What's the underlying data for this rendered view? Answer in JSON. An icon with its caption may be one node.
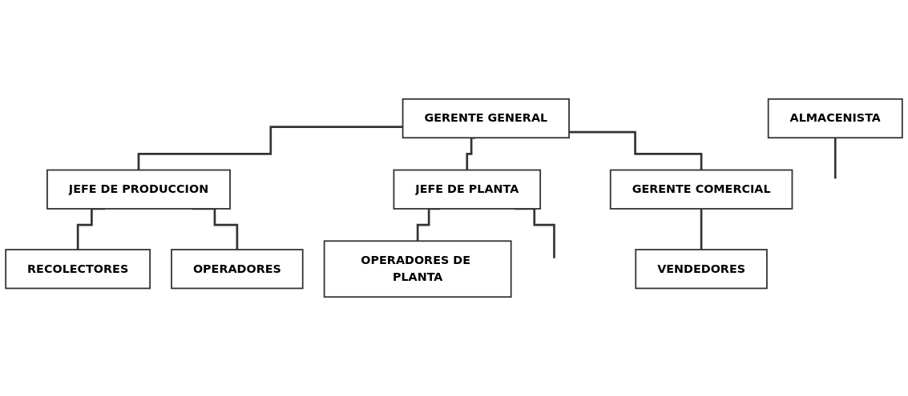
{
  "diagram": {
    "nodes": [
      {
        "text": [
          "GERENTE GENERAL"
        ]
      },
      {
        "text": [
          "JEFE DE PRODUCCION"
        ]
      },
      {
        "text": [
          "JEFE DE PLANTA"
        ]
      },
      {
        "text": [
          "GERENTE COMERCIAL"
        ]
      },
      {
        "text": [
          "RECOLECTORES"
        ]
      },
      {
        "text": [
          "OPERADORES"
        ]
      },
      {
        "text": [
          "VENDEDORES"
        ]
      },
      {
        "text": [
          "ALMACENISTA"
        ]
      },
      {
        "text": [
          "OPERADORES DE PLANTA"
        ]
      }
    ],
    "edges": [
      {
        "from": 0,
        "to": 1,
        "arrow": "none"
      },
      {
        "from": 0,
        "to": 2,
        "arrow": "none"
      },
      {
        "from": 0,
        "to": 3,
        "arrow": "none"
      },
      {
        "from": 1,
        "to": 4,
        "arrow": "none"
      },
      {
        "from": 1,
        "to": 5,
        "arrow": "none"
      },
      {
        "from": 3,
        "to": 6,
        "arrow": "none"
      },
      {
        "from": 2,
        "to": 8,
        "arrow": "none"
      },
      {
        "from": 2,
        "to": null,
        "arrow": "none"
      },
      {
        "from": 7,
        "to": null,
        "arrow": "none"
      }
    ]
  }
}
